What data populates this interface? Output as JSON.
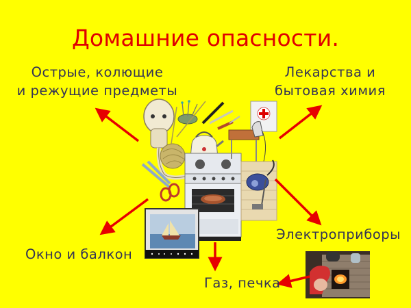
{
  "slide": {
    "title": "Домашние опасности.",
    "background_color": "#ffff00",
    "title_color": "#e00000",
    "label_color": "#333355",
    "arrow_color": "#e60000"
  },
  "labels": {
    "sharp_line1": "Острые, колющие",
    "sharp_line2": "и режущие предметы",
    "meds_line1": "Лекарства и",
    "meds_line2": "бытовая химия",
    "window": "Окно и балкон",
    "electro": "Электроприборы",
    "gas": "Газ, печка"
  },
  "illustrations": {
    "collage": "household-hazards-collage",
    "collage_items": [
      "electric-plug",
      "pincushion-needles",
      "knives-fork",
      "yarn-ball-needles",
      "kettle",
      "scissors",
      "gas-stove-oven",
      "first-aid-cabinet",
      "table",
      "iron",
      "vacuum-cleaner",
      "window-sailboat-view"
    ],
    "photo": "child-at-wood-stove-photo"
  },
  "arrows": [
    {
      "name": "arrow-to-sharp",
      "direction": "up-left"
    },
    {
      "name": "arrow-to-meds",
      "direction": "up-right"
    },
    {
      "name": "arrow-to-window",
      "direction": "down-left"
    },
    {
      "name": "arrow-to-electro",
      "direction": "down-right"
    },
    {
      "name": "arrow-to-gas",
      "direction": "down"
    },
    {
      "name": "arrow-photo-to-gas",
      "direction": "left"
    }
  ]
}
